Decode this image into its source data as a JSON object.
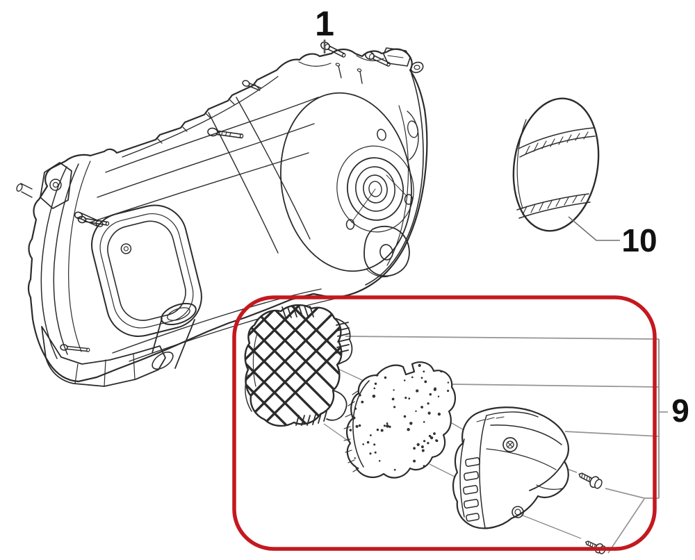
{
  "diagram": {
    "background": "#ffffff",
    "colors": {
      "line": "#2b2b2b",
      "leader": "#949494",
      "highlight": "#c3191f",
      "label": "#111111"
    },
    "callouts": {
      "crankcase_cover": {
        "label": "1"
      },
      "air_filter_assembly": {
        "label": "9"
      },
      "inspection_cap": {
        "label": "10"
      }
    },
    "parts": {
      "crankcase_cover": "crankcase-transmission-cover",
      "inspection_cap": "oval-inspection-cap",
      "air_filter_grid": "air-filter-inner-grid-frame",
      "air_filter_foam": "air-filter-foam-element",
      "air_filter_cover": "air-filter-outer-cover",
      "screws": "self-tapping-screws"
    }
  }
}
